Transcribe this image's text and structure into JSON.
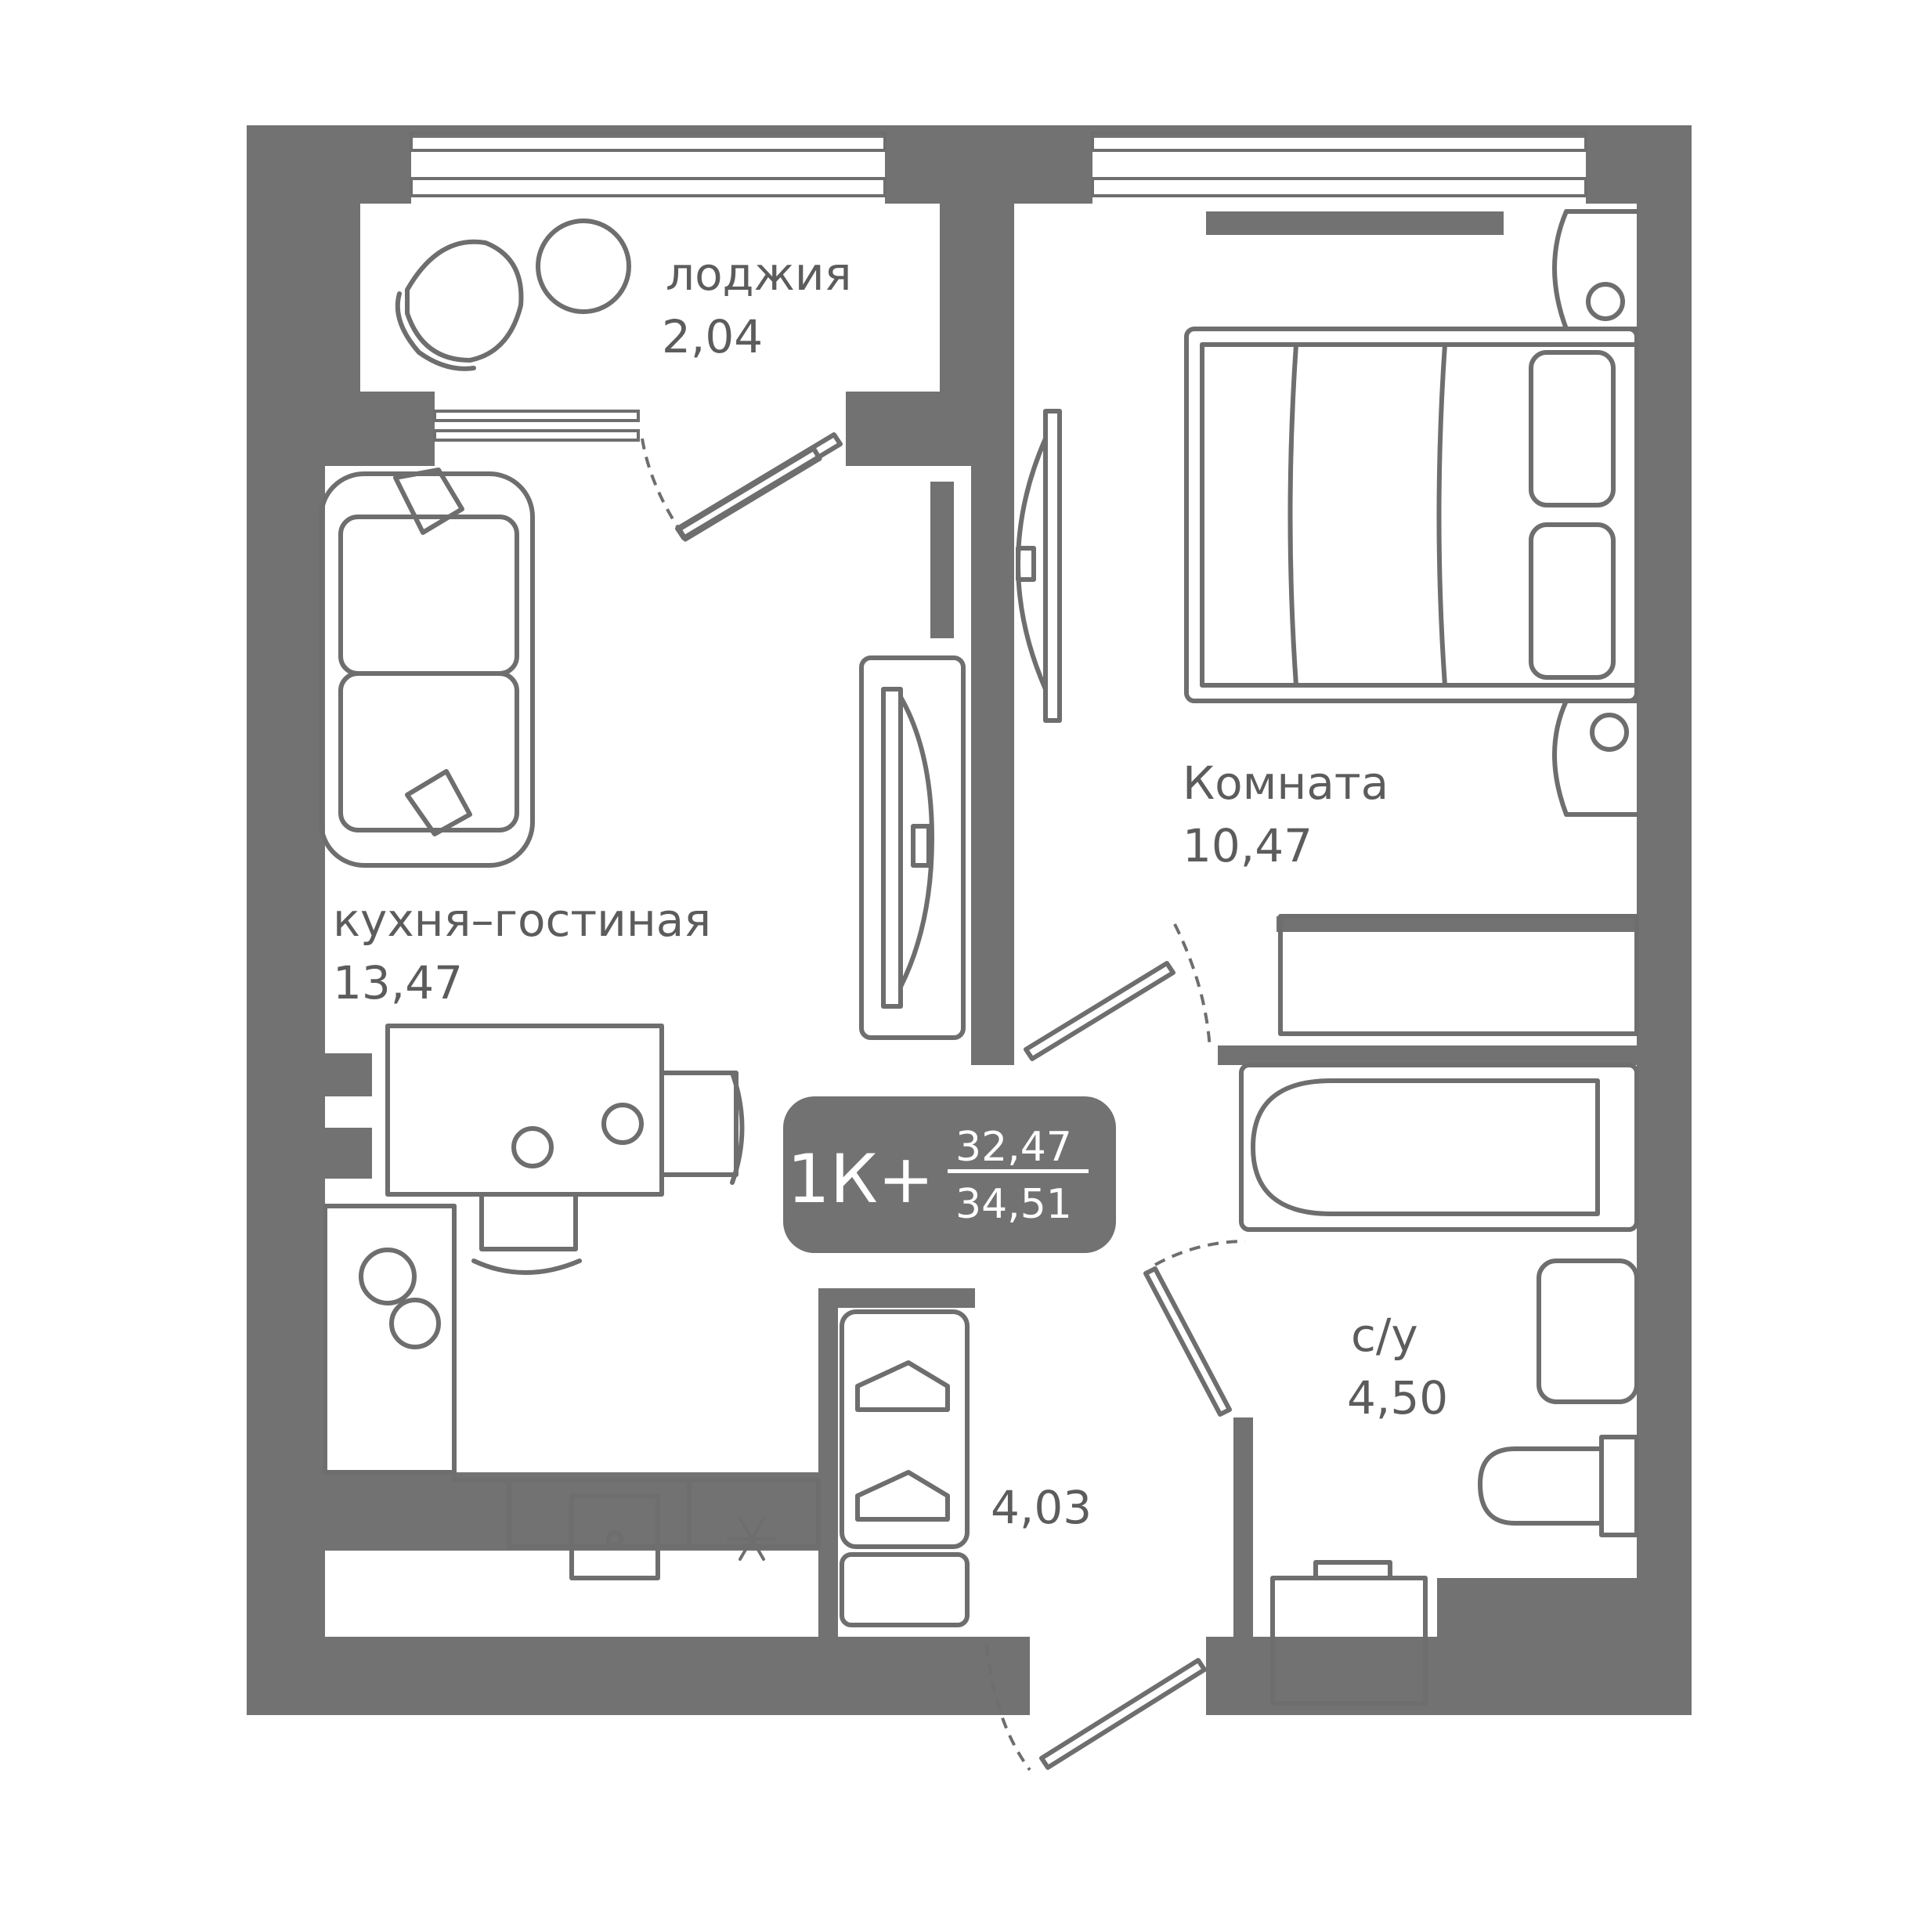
{
  "rooms": {
    "loggia": {
      "name": "лоджия",
      "area": "2,04"
    },
    "kitchen": {
      "name": "кухня–гостиная",
      "area": "13,47"
    },
    "bedroom": {
      "name": "Комната",
      "area": "10,47"
    },
    "hall": {
      "area": "4,03"
    },
    "bath": {
      "name": "с/у",
      "area": "4,50"
    }
  },
  "badge": {
    "type": "1К+",
    "living_area": "32,47",
    "total_area": "34,51"
  },
  "colors": {
    "wall": "#727272",
    "line": "#6e6e6e",
    "text": "#5c5c5c",
    "badge_text": "#ffffff"
  }
}
